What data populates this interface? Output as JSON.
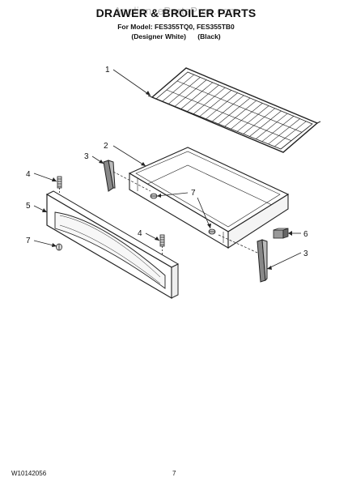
{
  "header": {
    "watermark": "AppliancePartsPros.com",
    "title": "DRAWER & BROILER PARTS",
    "model_line": "For Model: FES355TQ0, FES355TB0",
    "variants": [
      "(Designer White)",
      "(Black)"
    ]
  },
  "callouts": {
    "c1": "1",
    "c2": "2",
    "c3a": "3",
    "c3b": "3",
    "c4a": "4",
    "c4b": "4",
    "c5": "5",
    "c6": "6",
    "c7a": "7",
    "c7b": "7"
  },
  "footer": {
    "doc_number": "W10142056",
    "page_number": "7"
  }
}
